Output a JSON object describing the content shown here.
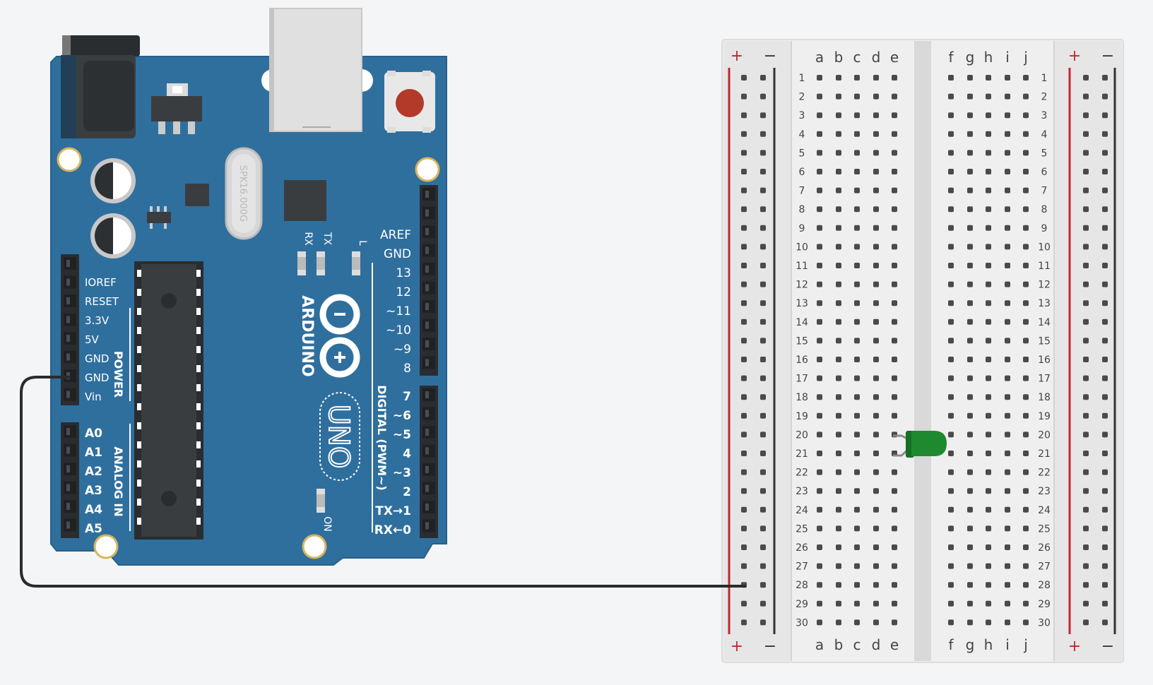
{
  "colors": {
    "canvas": "#f4f5f7",
    "board": "#2f6f9e",
    "board_edge": "#275f8a",
    "chip": "#3a3d40",
    "header": "#2a2d30",
    "breadboard": "#efefef",
    "rail_red": "#c0282d",
    "rail_dark": "#333333",
    "hole": "#4a4a4a",
    "led": "#1e8a2f",
    "wire": "#2b2b2b",
    "reset": "#b33a28"
  },
  "arduino": {
    "brand": "ARDUINO",
    "model": "UNO",
    "crystal": "SPK16.000G",
    "led_labels": [
      "RX",
      "TX",
      "L"
    ],
    "on_label": "ON",
    "power_title": "POWER",
    "analog_title": "ANALOG IN",
    "digital_title": "DIGITAL (PWM~)",
    "power_pins": [
      "IOREF",
      "RESET",
      "3.3V",
      "5V",
      "GND",
      "GND",
      "Vin"
    ],
    "analog_pins": [
      "A0",
      "A1",
      "A2",
      "A3",
      "A4",
      "A5"
    ],
    "digital_top": [
      "AREF",
      "GND",
      "13",
      "12",
      "~11",
      "~10",
      "~9",
      "8"
    ],
    "digital_bottom": [
      "7",
      "~6",
      "~5",
      "4",
      "~3",
      "2",
      "TX→1",
      "RX←0"
    ],
    "icons": [
      "arduino-infinity-logo-icon",
      "usb-port-icon",
      "power-jack-icon",
      "reset-button-icon"
    ]
  },
  "breadboard": {
    "rows": 30,
    "cols_left": [
      "a",
      "b",
      "c",
      "d",
      "e"
    ],
    "cols_right": [
      "f",
      "g",
      "h",
      "i",
      "j"
    ],
    "rail_plus": "+",
    "rail_minus": "−"
  },
  "components": {
    "led_color": "green",
    "led_row": 20,
    "wire_from": "GND",
    "wire_to_row": 28
  }
}
